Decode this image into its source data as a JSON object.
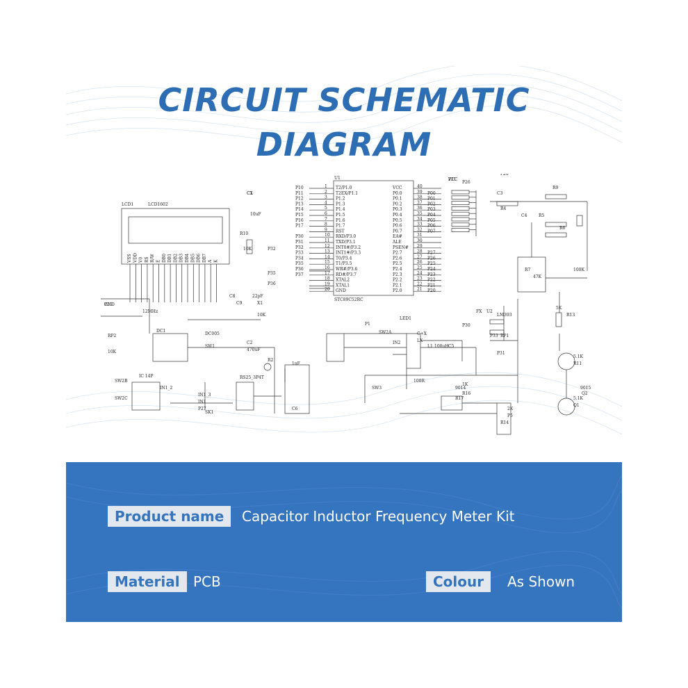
{
  "title": {
    "line1": "CIRCUIT SCHEMATIC",
    "line2": "DIAGRAM"
  },
  "schematic": {
    "lcd": {
      "ref": "LCD1",
      "model": "LCD1602",
      "pins": [
        "VSS",
        "VDD",
        "V0",
        "RS",
        "R/W",
        "E",
        "DB0",
        "DB1",
        "DB2",
        "DB3",
        "DB4",
        "DB5",
        "DB6",
        "DB7",
        "A",
        "K"
      ]
    },
    "mcu": {
      "ref": "U1",
      "model": "STC89C52RC",
      "left_pins": [
        "T2/P1.0",
        "T2EX/P1.1",
        "P1.2",
        "P1.3",
        "P1.4",
        "P1.5",
        "P1.6",
        "P1.7",
        "RST",
        "RXD/P3.0",
        "TXD/P3.1",
        "INT0#/P3.2",
        "INT1#/P3.3",
        "T0/P3.4",
        "T1/P3.5",
        "WR#/P3.6",
        "RD#/P3.7",
        "XTAL2",
        "XTAL1",
        "GND"
      ],
      "left_nums": [
        "1",
        "2",
        "3",
        "4",
        "5",
        "6",
        "7",
        "8",
        "9",
        "10",
        "11",
        "12",
        "13",
        "14",
        "15",
        "16",
        "17",
        "18",
        "19",
        "20"
      ],
      "left_nets": [
        "P10",
        "P11",
        "P12",
        "P13",
        "P14",
        "P15",
        "P16",
        "P17",
        "",
        "P30",
        "P31",
        "P32",
        "P33",
        "P34",
        "P35",
        "P36",
        "P37",
        "",
        "",
        ""
      ],
      "right_pins": [
        "VCC",
        "P0.0",
        "P0.1",
        "P0.2",
        "P0.3",
        "P0.4",
        "P0.5",
        "P0.6",
        "P0.7",
        "EA#",
        "ALE",
        "PSEN#",
        "P2.7",
        "P2.6",
        "P2.5",
        "P2.4",
        "P2.3",
        "P2.2",
        "P2.1",
        "P2.0"
      ],
      "right_nums": [
        "40",
        "39",
        "38",
        "37",
        "36",
        "35",
        "34",
        "33",
        "32",
        "31",
        "30",
        "29",
        "28",
        "27",
        "26",
        "25",
        "24",
        "23",
        "22",
        "21"
      ],
      "right_nets": [
        "",
        "P00",
        "P01",
        "P02",
        "P03",
        "P04",
        "P05",
        "P06",
        "P07",
        "",
        "",
        "",
        "P27",
        "P26",
        "P25",
        "P24",
        "P23",
        "P22",
        "P21",
        "P20"
      ]
    },
    "labels": [
      "VCC",
      "GND",
      "C1",
      "10uF",
      "R10",
      "10K",
      "P32",
      "P35",
      "P36",
      "C8",
      "C9",
      "22pF",
      "X1",
      "12MHz",
      "RP2",
      "10K",
      "DC1",
      "DC005",
      "SW1",
      "C2",
      "470uF",
      "R2",
      "10K",
      "LED1",
      "P1",
      "SW2A",
      "IN2",
      "C+X",
      "LX",
      "L1",
      "100uH",
      "C5",
      "1nF",
      "C6",
      "SK1",
      "IC 14P",
      "RS25_3P4T",
      "SW2B",
      "SW2C",
      "IN1_2",
      "IN1_3",
      "IN1",
      "P27",
      "P20",
      "P26",
      "C3",
      "R9",
      "R4",
      "R5",
      "C4",
      "R6",
      "R7",
      "47K",
      "100K",
      "U2",
      "LM393",
      "P33",
      "RP1",
      "5K",
      "R13",
      "5.1K",
      "R11",
      "5.1K",
      "Q1",
      "9015",
      "Q2",
      "9014",
      "R17",
      "1K",
      "R16",
      "R14",
      "100R",
      "2K",
      "P5",
      "SW3",
      "P30",
      "P31",
      "FX",
      "P21",
      "P25",
      "CX"
    ]
  },
  "info": {
    "product_name_label": "Product name",
    "product_name_value": "Capacitor Inductor Frequency Meter Kit",
    "material_label": "Material",
    "material_value": "PCB",
    "colour_label": "Colour",
    "colour_value": "As Shown"
  },
  "colors": {
    "accent": "#2d6db4",
    "band": "#3575c0",
    "tag_bg": "#e3e8ee"
  }
}
